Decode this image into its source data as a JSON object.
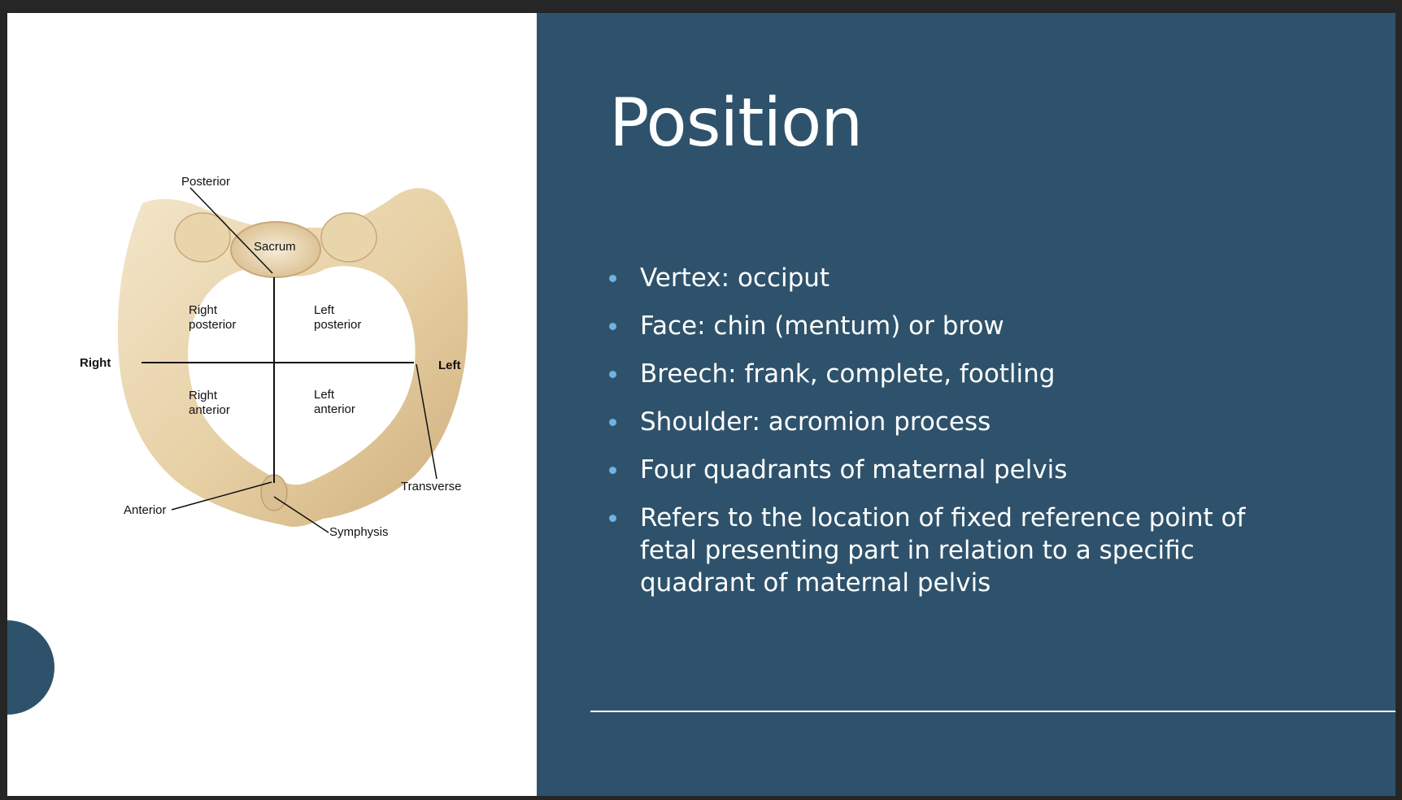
{
  "slide": {
    "title": "Position",
    "bullets": [
      "Vertex: occiput",
      "Face: chin (mentum) or brow",
      "Breech: frank, complete, footling",
      "Shoulder: acromion process",
      "Four quadrants of maternal pelvis",
      "Refers to the location of fixed reference point of fetal presenting part in relation to a specific quadrant of maternal pelvis"
    ]
  },
  "diagram": {
    "labels": {
      "posterior": "Posterior",
      "sacrum": "Sacrum",
      "right": "Right",
      "left": "Left",
      "transverse": "Transverse",
      "anterior": "Anterior",
      "symphysis": "Symphysis",
      "right_posterior_1": "Right",
      "right_posterior_2": "posterior",
      "left_posterior_1": "Left",
      "left_posterior_2": "posterior",
      "right_anterior_1": "Right",
      "right_anterior_2": "anterior",
      "left_anterior_1": "Left",
      "left_anterior_2": "anterior"
    }
  },
  "colors": {
    "panel": "#2e526b",
    "bullet_marker": "#6db4e6",
    "bone_light": "#f1e3c6",
    "bone_dark": "#c9a877"
  }
}
